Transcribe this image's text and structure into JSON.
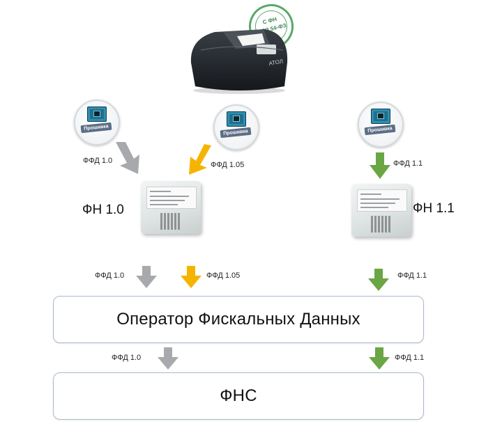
{
  "stamp": {
    "line1": "С ФН",
    "line2": "ДЛЯ 54-ФЗ"
  },
  "printer": {
    "brand": "АТОЛ"
  },
  "firmware_badge": {
    "label": "Прошивка",
    "icon": "firmware-chip-icon"
  },
  "fn_device": {
    "icon": "fiscal-drive-device"
  },
  "labels": {
    "ffd_1_0": "ФФД 1.0",
    "ffd_1_05": "ФФД 1.05",
    "ffd_1_1": "ФФД 1.1"
  },
  "fn_1_0": "ФН 1.0",
  "fn_1_1": "ФН 1.1",
  "ofd_box": "Оператор Фискальных  Данных",
  "fns_box": "ФНС",
  "colors": {
    "gray_arrow": "#a7a9ac",
    "yellow_arrow": "#f5b400",
    "green_arrow": "#6aa644",
    "box_border": "#a9b9c9"
  }
}
